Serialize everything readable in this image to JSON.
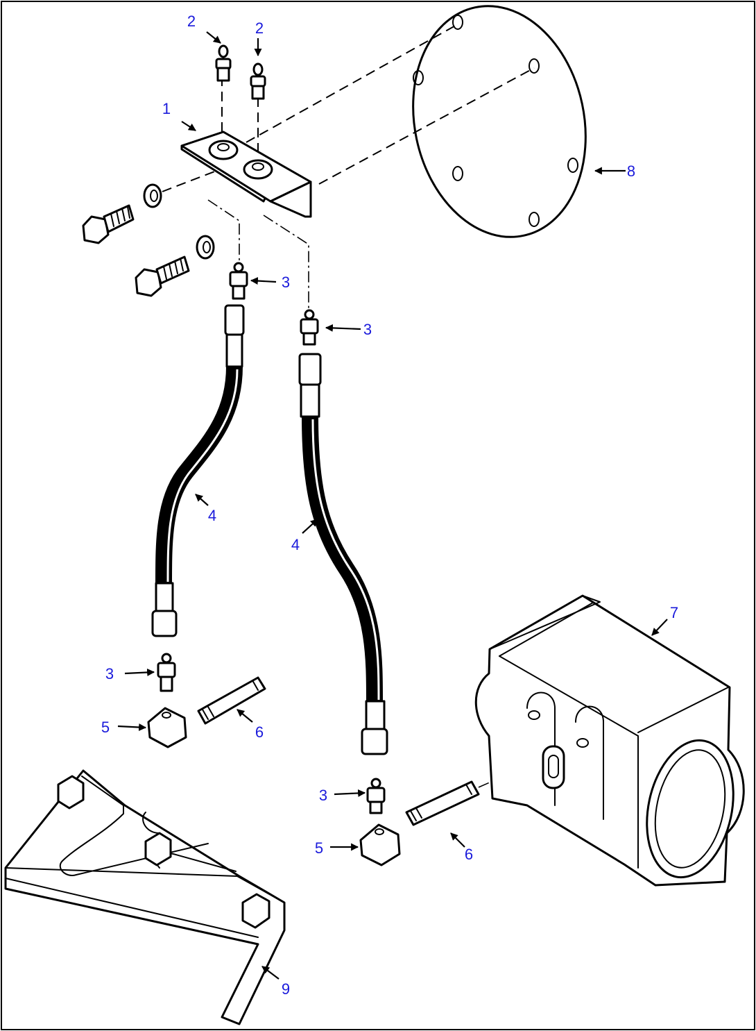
{
  "callouts": {
    "c1": "1",
    "c2a": "2",
    "c2b": "2",
    "c3a": "3",
    "c3b": "3",
    "c3c": "3",
    "c3d": "3",
    "c4a": "4",
    "c4b": "4",
    "c5a": "5",
    "c5b": "5",
    "c6a": "6",
    "c6b": "6",
    "c7": "7",
    "c8": "8",
    "c9": "9"
  },
  "colors": {
    "callout": "#1a1adb",
    "line": "#000000",
    "background": "#ffffff"
  }
}
